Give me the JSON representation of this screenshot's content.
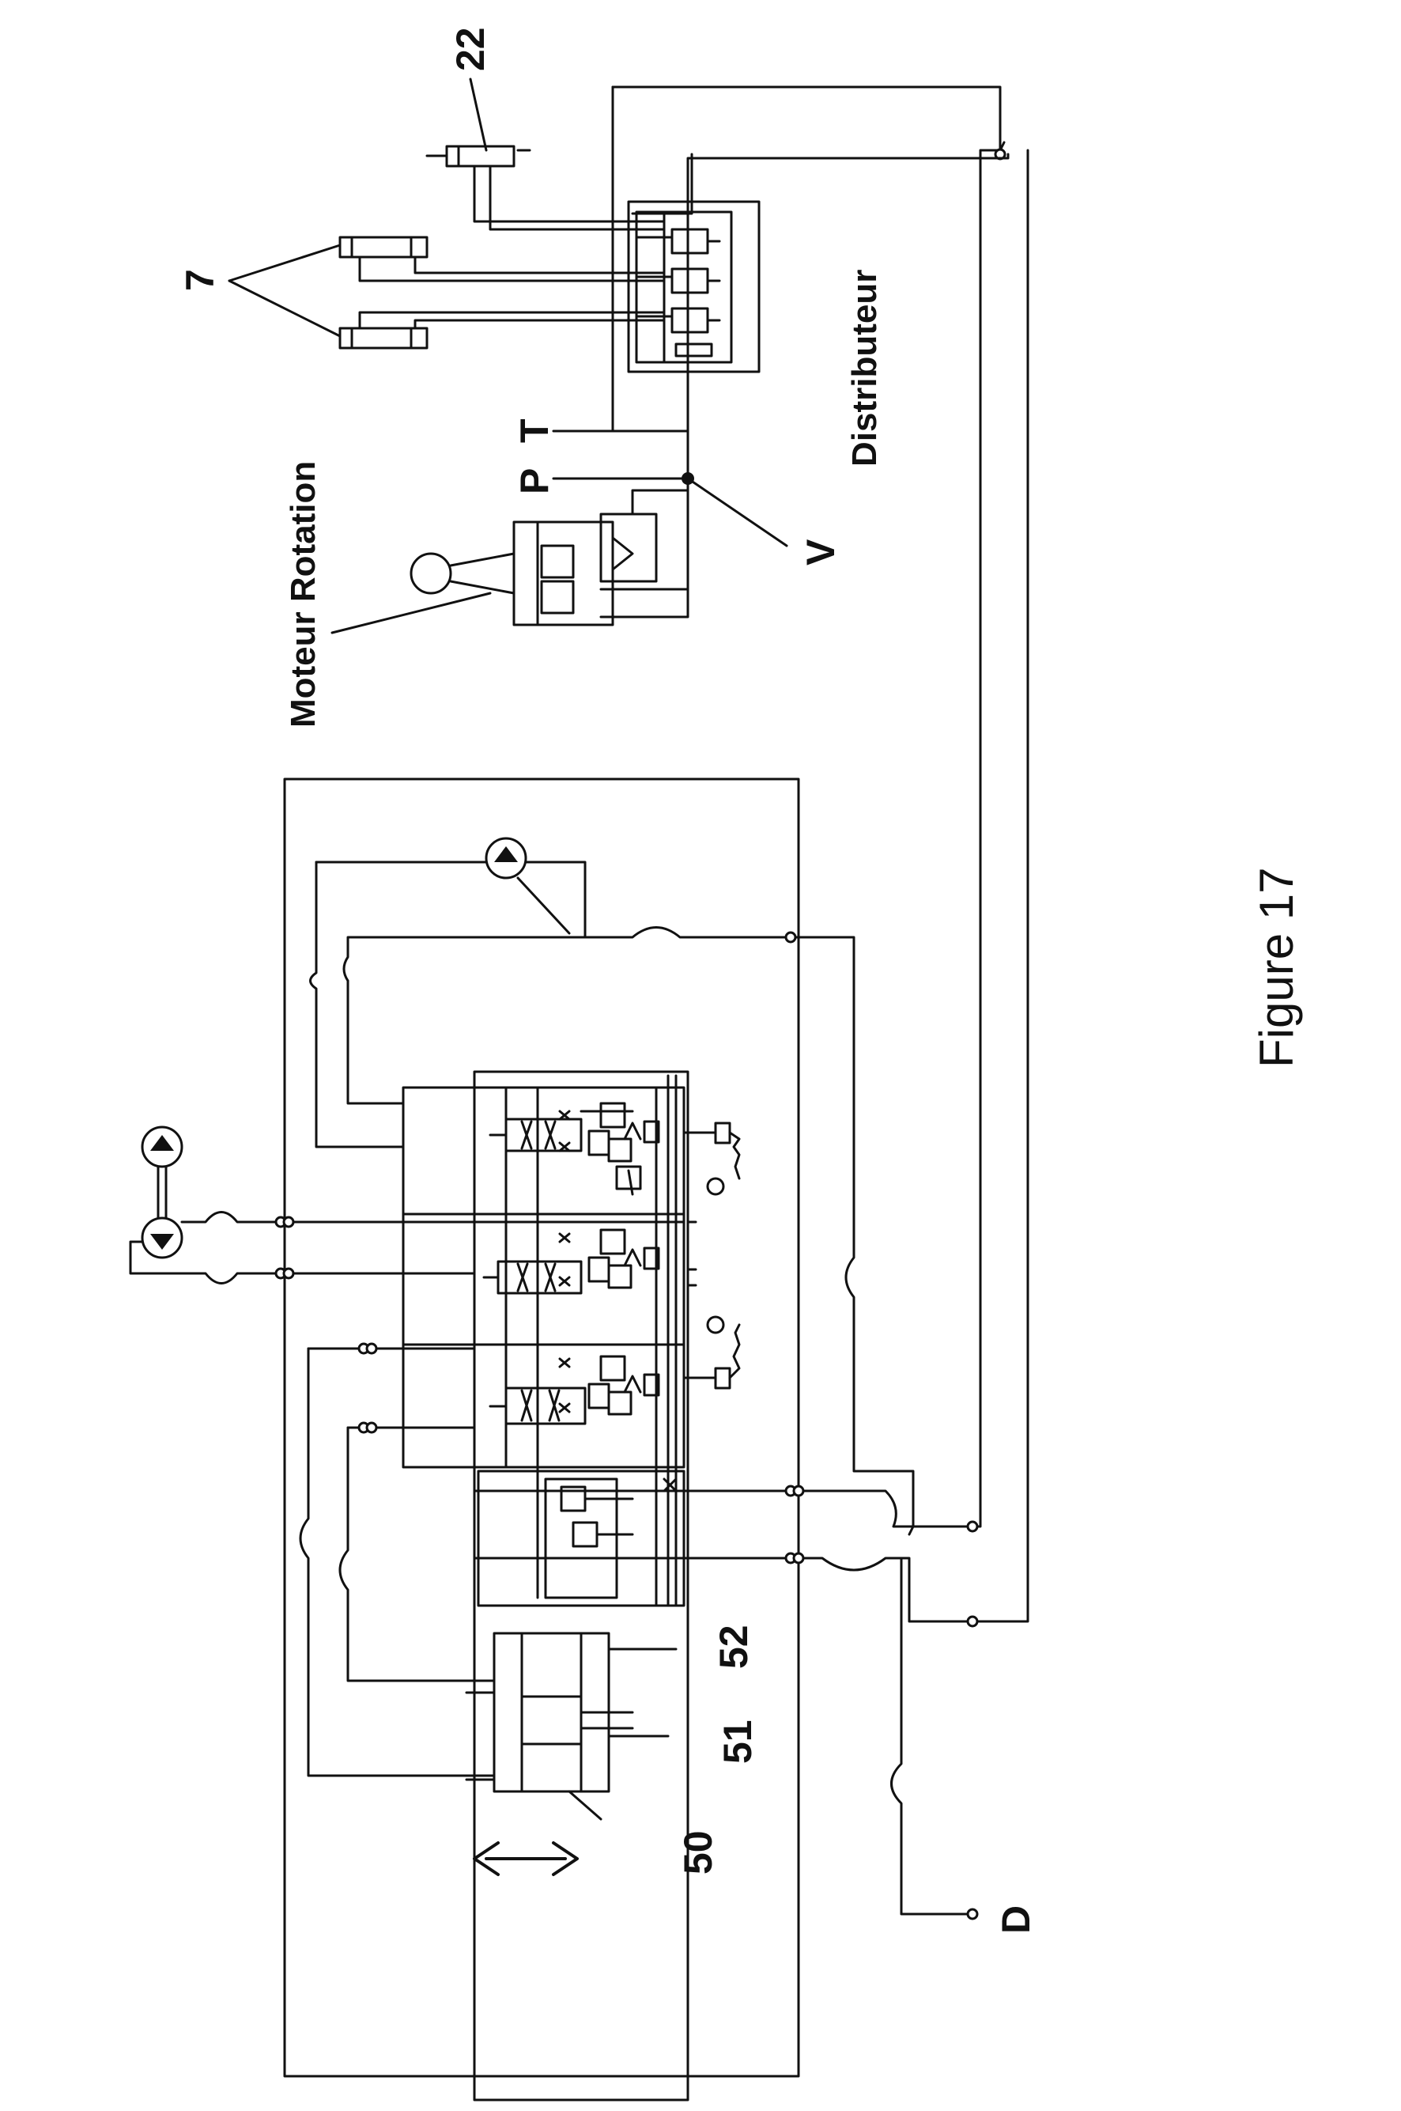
{
  "figure": {
    "caption": "Figure 17"
  },
  "labels": {
    "cylinders_ref": "7",
    "cylinder_ref_22": "22",
    "moteur_rotation": "Moteur Rotation",
    "distributeur": "Distributeur",
    "port_p": "P",
    "port_t": "T",
    "port_v": "V",
    "port_d": "D",
    "ref_50": "50",
    "ref_51": "51",
    "ref_52": "52"
  }
}
